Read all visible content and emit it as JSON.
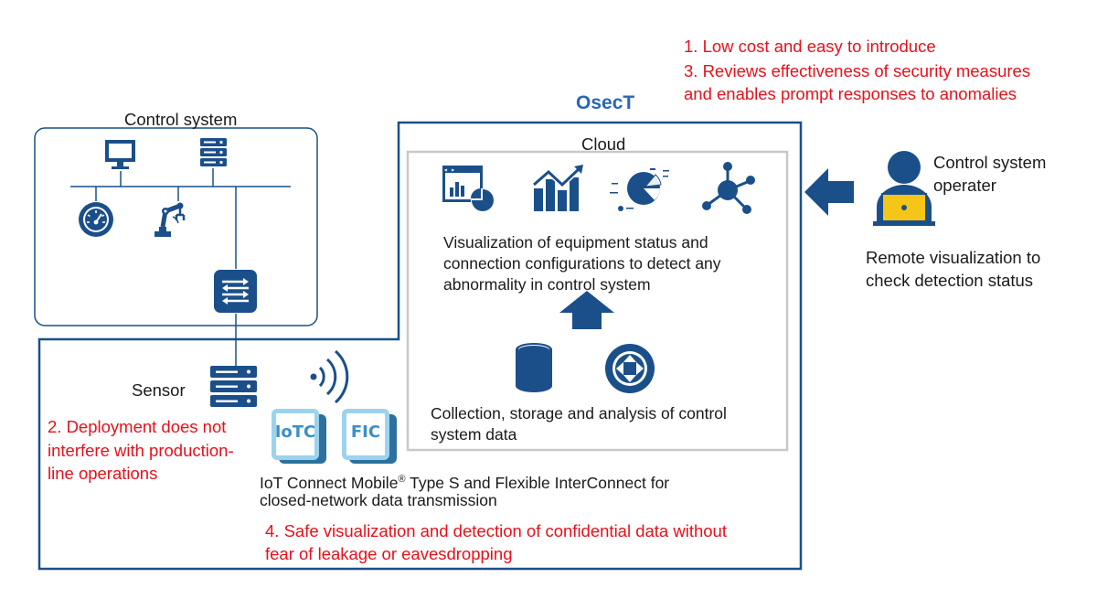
{
  "benefits_top": {
    "line1": "1. Low cost and easy to introduce",
    "line2": "3. Reviews effectiveness of security measures",
    "line3": "and enables prompt responses to anomalies"
  },
  "osect_label": "OsecT",
  "control_system": {
    "title": "Control system"
  },
  "cloud": {
    "title": "Cloud",
    "visualization_text": [
      "Visualization of equipment status and",
      "connection configurations to detect any",
      "abnormality in control system"
    ],
    "collection_text": [
      "Collection, storage and analysis of control",
      "system data"
    ]
  },
  "operator": {
    "label_line1": "Control system",
    "label_line2": "operater",
    "remote_line1": "Remote visualization to",
    "remote_line2": "check detection status"
  },
  "sensor": {
    "label": "Sensor"
  },
  "benefit_2": [
    "2. Deployment does not",
    "interfere with production-",
    "line operations"
  ],
  "network": {
    "chip1": "IoTC",
    "chip2": "FIC",
    "line1_pre": "IoT Connect Mobile",
    "reg": "®",
    "line1_post": " Type S and Flexible InterConnect for",
    "line2": "closed-network data transmission"
  },
  "benefit_4": [
    "4. Safe visualization and detection of confidential data without",
    "fear of leakage or eavesdropping"
  ],
  "colors": {
    "navy": "#1b4f8a",
    "osect_blue": "#2867b2",
    "highlight_red": "#e8101a",
    "laptop_yellow": "#f5c518",
    "chip_light": "#9bd3ee"
  }
}
